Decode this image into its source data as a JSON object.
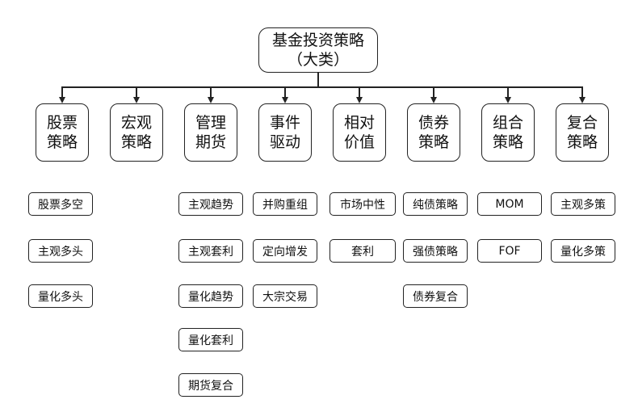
{
  "root": {
    "line1": "基金投资策略",
    "line2": "（大类）"
  },
  "categories": [
    {
      "line1": "股票",
      "line2": "策略"
    },
    {
      "line1": "宏观",
      "line2": "策略"
    },
    {
      "line1": "管理",
      "line2": "期货"
    },
    {
      "line1": "事件",
      "line2": "驱动"
    },
    {
      "line1": "相对",
      "line2": "价值"
    },
    {
      "line1": "债券",
      "line2": "策略"
    },
    {
      "line1": "组合",
      "line2": "策略"
    },
    {
      "line1": "复合",
      "line2": "策略"
    }
  ],
  "leaves": {
    "stock": [
      "股票多空",
      "主观多头",
      "量化多头"
    ],
    "managed_futures": [
      "主观趋势",
      "主观套利",
      "量化趋势",
      "量化套利",
      "期货复合"
    ],
    "event_driven": [
      "并购重组",
      "定向增发",
      "大宗交易"
    ],
    "relative_value": [
      "市场中性",
      "套利"
    ],
    "bond": [
      "纯债策略",
      "强债策略",
      "债券复合"
    ],
    "portfolio": [
      "MOM",
      "FOF"
    ],
    "composite": [
      "主观多策",
      "量化多策"
    ]
  }
}
